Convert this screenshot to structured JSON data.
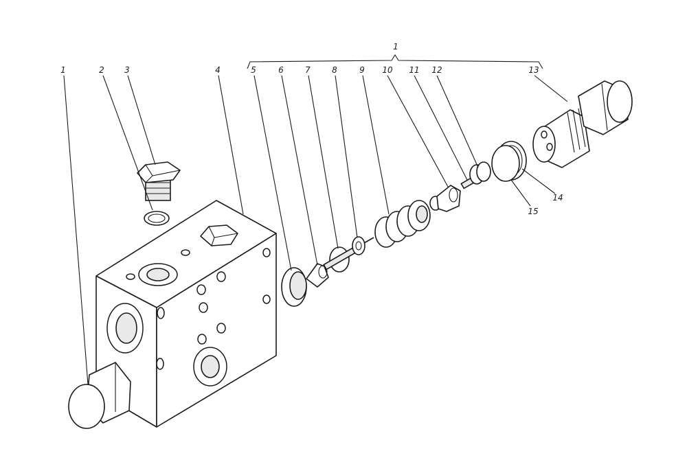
{
  "callouts": {
    "bracket": "1",
    "c1": "1",
    "c2": "2",
    "c3": "3",
    "c4": "4",
    "c5": "5",
    "c6": "6",
    "c7": "7",
    "c8": "8",
    "c9": "9",
    "c10": "10",
    "c11": "11",
    "c12": "12",
    "c13": "13",
    "c14": "14",
    "c15": "15"
  }
}
